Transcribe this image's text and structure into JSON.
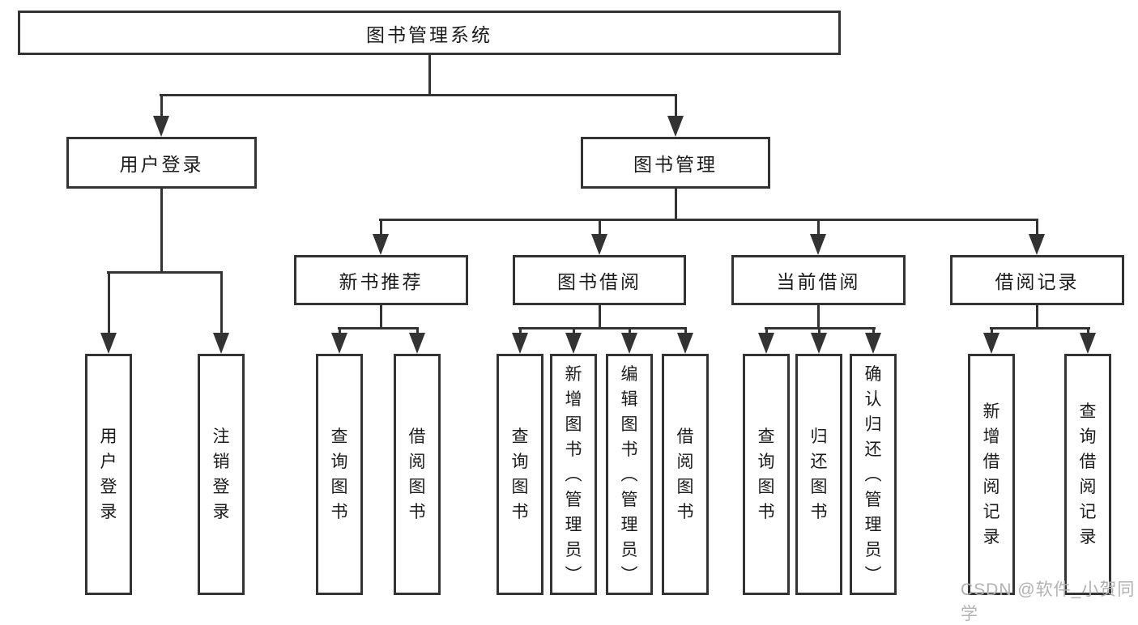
{
  "nodes": {
    "root": {
      "label": "图书管理系统"
    },
    "user_login": {
      "label": "用户登录"
    },
    "book_management": {
      "label": "图书管理"
    },
    "new_book_recommend": {
      "label": "新书推荐"
    },
    "book_borrowing": {
      "label": "图书借阅"
    },
    "current_borrowing": {
      "label": "当前借阅"
    },
    "borrowing_records": {
      "label": "借阅记录"
    }
  },
  "leaves": {
    "user_login_login": {
      "label": "用户登录"
    },
    "user_login_logout": {
      "label": "注销登录"
    },
    "recommend_query_books": {
      "label": "查询图书"
    },
    "recommend_borrow_books": {
      "label": "借阅图书"
    },
    "borrowing_query_books": {
      "label": "查询图书"
    },
    "borrowing_add_books_admin": {
      "label": "新增图书（管理员）"
    },
    "borrowing_edit_books_admin": {
      "label": "编辑图书（管理员）"
    },
    "borrowing_borrow_books": {
      "label": "借阅图书"
    },
    "current_query_books": {
      "label": "查询图书"
    },
    "current_return_books": {
      "label": "归还图书"
    },
    "current_confirm_return_admin": {
      "label": "确认归还（管理员）"
    },
    "records_add_record": {
      "label": "新增借阅记录"
    },
    "records_query_record": {
      "label": "查询借阅记录"
    }
  },
  "watermark": {
    "text": "CSDN @软件_小贺同学"
  },
  "colors": {
    "line": "#333333",
    "box_background": "#ffffff",
    "text": "#1b1b1b",
    "watermark": "#b2b2b2"
  }
}
